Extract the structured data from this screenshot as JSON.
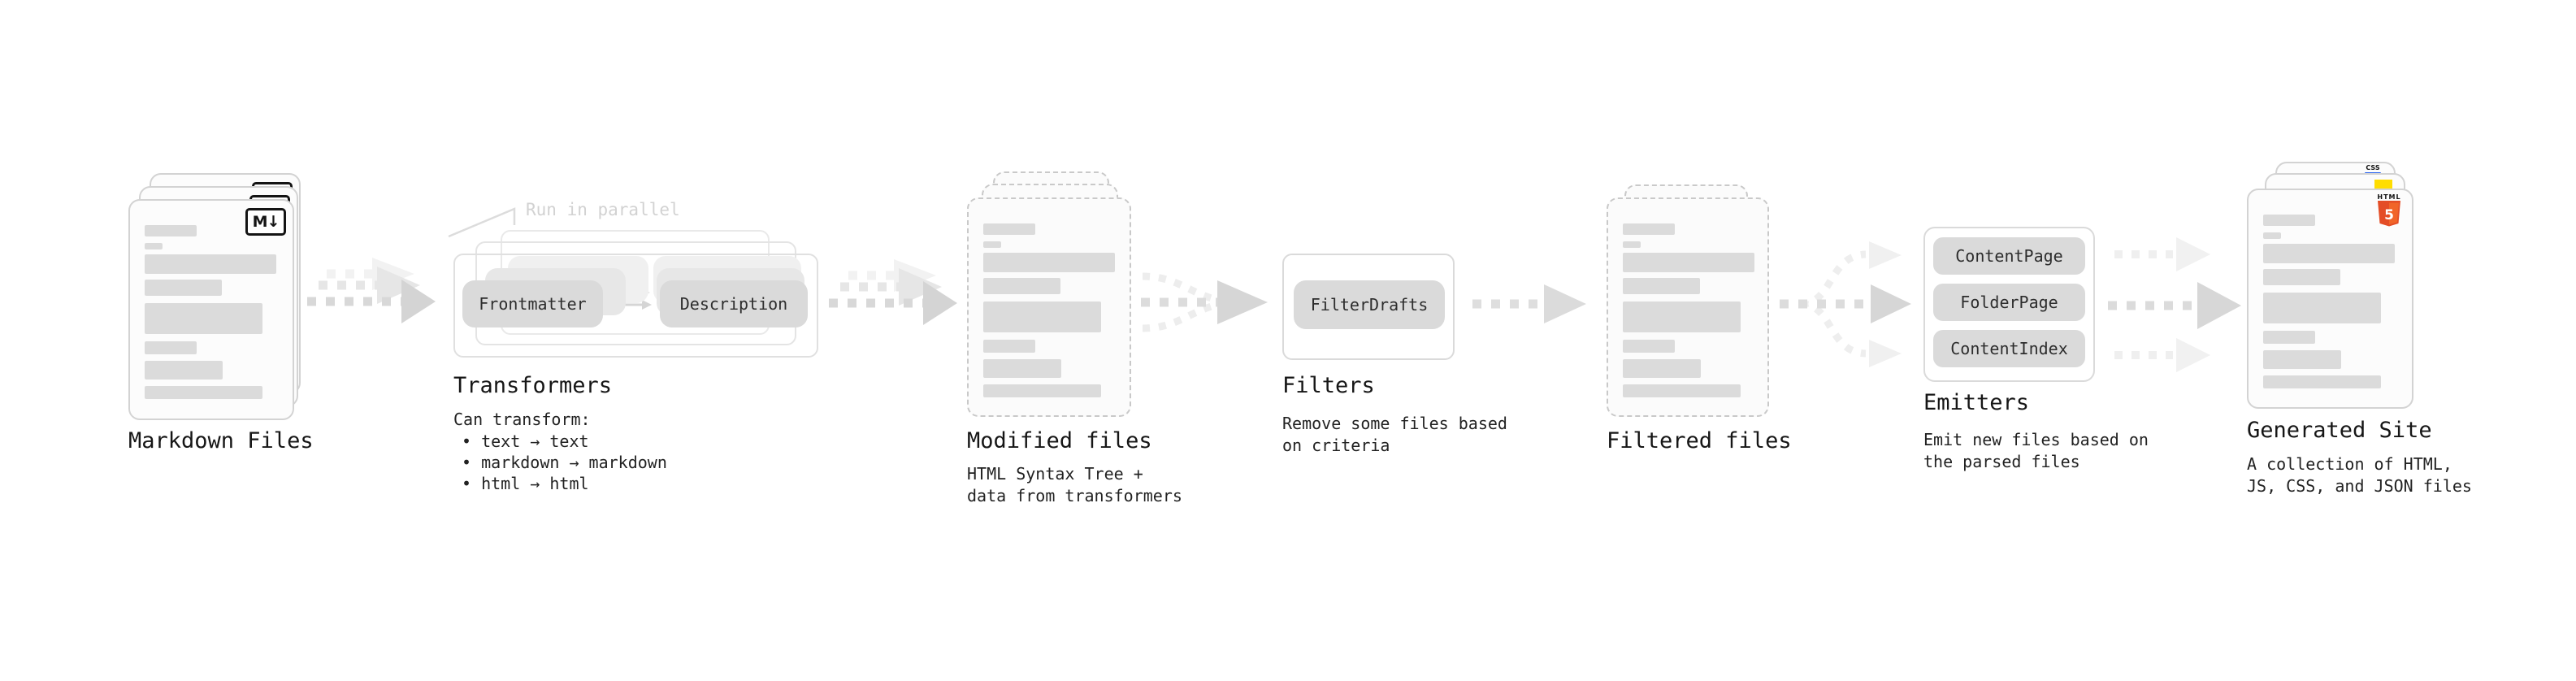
{
  "stages": {
    "markdown": {
      "title": "Markdown Files",
      "badge": "M↓"
    },
    "transformers": {
      "title": "Transformers",
      "note": "Run in parallel",
      "pill_left": "Frontmatter",
      "pill_right": "Description",
      "subtitle": "Can transform:",
      "bullets": [
        "• text → text",
        "• markdown → markdown",
        "• html → html"
      ]
    },
    "modified": {
      "title": "Modified files",
      "subtitle_line1": "HTML Syntax Tree +",
      "subtitle_line2": "data from transformers"
    },
    "filters": {
      "title": "Filters",
      "pill": "FilterDrafts",
      "subtitle_line1": "Remove some files based",
      "subtitle_line2": "on criteria"
    },
    "filtered": {
      "title": "Filtered files"
    },
    "emitters": {
      "title": "Emitters",
      "pills": [
        "ContentPage",
        "FolderPage",
        "ContentIndex"
      ],
      "subtitle_line1": "Emit new files based on",
      "subtitle_line2": "the parsed files"
    },
    "generated": {
      "title": "Generated Site",
      "subtitle_line1": "A collection of HTML,",
      "subtitle_line2": "JS, CSS, and JSON files",
      "css_badge_label": "CSS",
      "html_badge_label": "HTML",
      "html_badge_number": "5"
    }
  },
  "colors": {
    "css_blue": "#2862f0",
    "js_yellow": "#ffdd00",
    "html5_orange": "#e44d26",
    "html5_orange_light": "#f16529"
  }
}
